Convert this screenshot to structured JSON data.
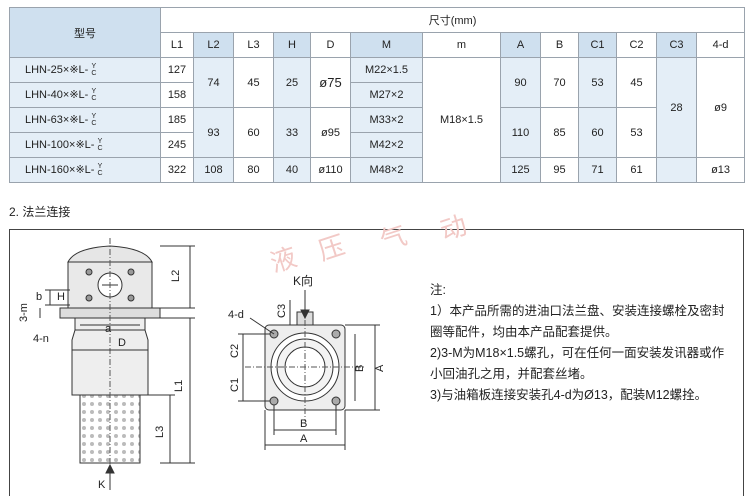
{
  "table": {
    "header_model": "型号",
    "header_dims": "尺寸(mm)",
    "columns": [
      "L1",
      "L2",
      "L3",
      "H",
      "D",
      "M",
      "m",
      "A",
      "B",
      "C1",
      "C2",
      "C3",
      "4-d"
    ],
    "yc_top": "Y",
    "yc_bottom": "C",
    "rows": [
      {
        "model": "LHN-25×※L-",
        "L1": "127",
        "M": "M22×1.5"
      },
      {
        "model": "LHN-40×※L-",
        "L1": "158",
        "M": "M27×2"
      },
      {
        "model": "LHN-63×※L-",
        "L1": "185",
        "M": "M33×2"
      },
      {
        "model": "LHN-100×※L-",
        "L1": "245",
        "M": "M42×2"
      },
      {
        "model": "LHN-160×※L-",
        "L1": "322",
        "M": "M48×2"
      }
    ],
    "groups": {
      "g1": {
        "L2": "74",
        "L3": "45",
        "H": "25",
        "D": "ø75",
        "A": "90",
        "B": "70",
        "C1": "53",
        "C2": "45"
      },
      "g2": {
        "L2": "93",
        "L3": "60",
        "H": "33",
        "D": "ø95",
        "A": "110",
        "B": "85",
        "C1": "60",
        "C2": "53"
      },
      "g3": {
        "L2": "108",
        "L3": "80",
        "H": "40",
        "D": "ø110",
        "A": "125",
        "B": "95",
        "C1": "71",
        "C2": "61",
        "d": "ø13"
      },
      "m_all": "M18×1.5",
      "C3_12": "28",
      "d_12": "ø9"
    }
  },
  "section_title": "2. 法兰连接",
  "watermark": [
    "液",
    "压",
    "气",
    "动"
  ],
  "diagram_labels": {
    "left": {
      "b": "b",
      "h": "H",
      "three_m": "3-m",
      "four_n": "4-n",
      "a": "a",
      "d": "D",
      "l2": "L2",
      "l1": "L1",
      "l3": "L3",
      "k": "K"
    },
    "right": {
      "k_dir": "K向",
      "four_d": "4-d",
      "c3": "C3",
      "c2": "C2",
      "c1": "C1",
      "b_v": "B",
      "a_v": "A",
      "b_h": "B",
      "a_h": "A"
    }
  },
  "notes": {
    "title": "注:",
    "items": [
      "1）本产品所需的进油口法兰盘、安装连接螺栓及密封圈等配件，均由本产品配套提供。",
      "2)3-M为M18×1.5螺孔，可在任何一面安装发讯器或作小回油孔之用，并配套丝堵。",
      "3)与油箱板连接安装孔4-d为Ø13，配装M12螺拴。"
    ]
  }
}
